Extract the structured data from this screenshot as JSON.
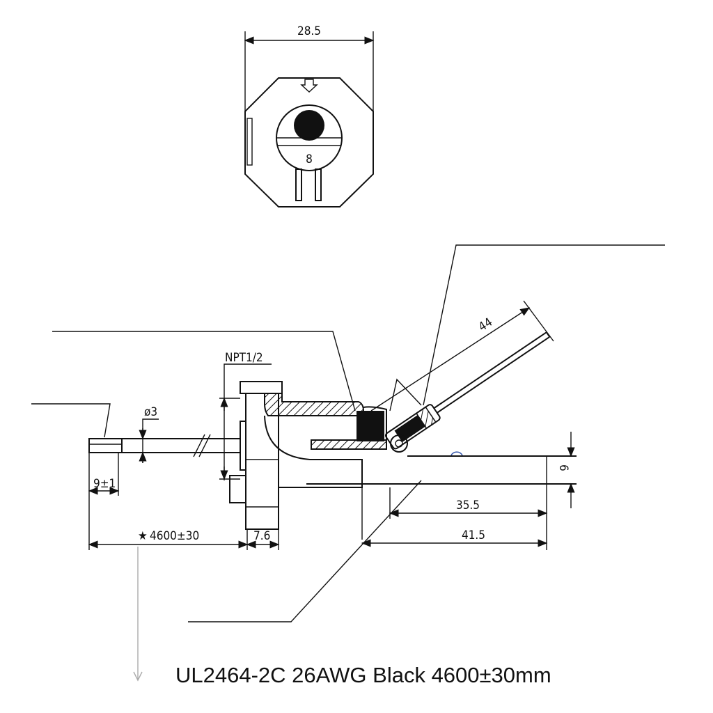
{
  "top_view": {
    "width_dim": "28.5",
    "marking": "8"
  },
  "side_view": {
    "thread": "NPT1/2",
    "cable_diameter": "ø3",
    "strip_length": "9±1",
    "cable_length": "4600±30",
    "cable_length_marker": "★",
    "flange_thickness": "7.6",
    "arm_length": "44",
    "height_dim": "6",
    "dim_35": "35.5",
    "dim_41": "41.5"
  },
  "caption": "UL2464-2C 26AWG Black 4600±30mm",
  "colors": {
    "line": "#111111",
    "leader_arrow": "#aaaaaa",
    "accent_mark": "#3355aa"
  }
}
